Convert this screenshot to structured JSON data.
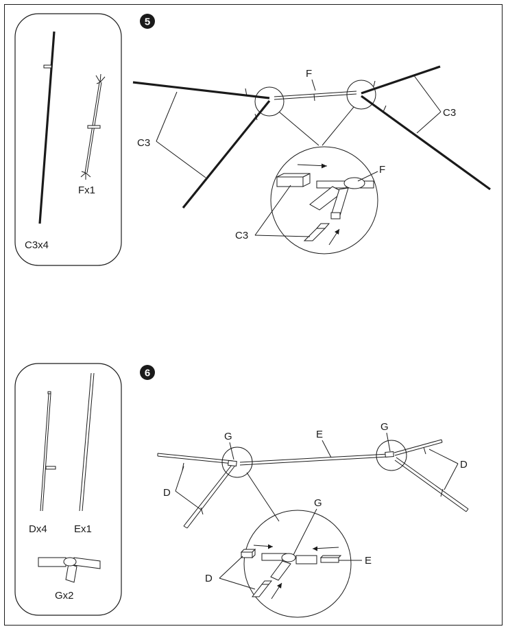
{
  "step5": {
    "number": "5",
    "parts": {
      "c3_qty": "C3x4",
      "f_qty": "Fx1"
    },
    "labels": {
      "f_top": "F",
      "c3_left": "C3",
      "c3_right": "C3",
      "f_detail": "F",
      "c3_detail": "C3"
    }
  },
  "step6": {
    "number": "6",
    "parts": {
      "d_qty": "Dx4",
      "e_qty": "Ex1",
      "g_qty": "Gx2"
    },
    "labels": {
      "g_left": "G",
      "e_top": "E",
      "g_right": "G",
      "d_left": "D",
      "d_right": "D",
      "g_detail": "G",
      "d_detail": "D",
      "e_detail": "E"
    }
  }
}
